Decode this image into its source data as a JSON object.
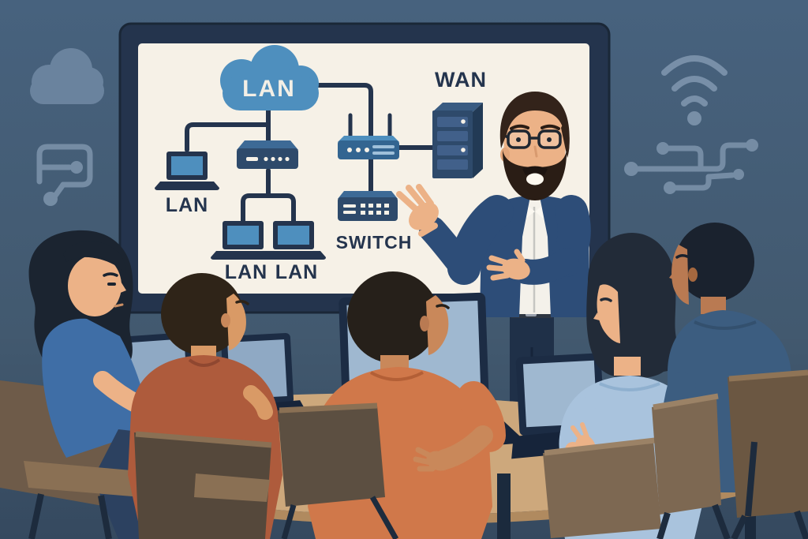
{
  "scene": {
    "type": "flat illustration",
    "description": "Instructor presenting a computer-network topology diagram on a wall-mounted whiteboard to five students working on laptops around a classroom table"
  },
  "whiteboard": {
    "labels": {
      "cloud": "LAN",
      "lan_left": "LAN",
      "lan_bottom_left": "LAN",
      "lan_bottom_right": "LAN",
      "switch": "SWITCH",
      "wan": "WAN"
    },
    "devices": [
      "network-cloud",
      "laptop",
      "switch",
      "wireless-router",
      "switch",
      "server-rack"
    ]
  },
  "decor": {
    "icons": [
      "cloud-icon",
      "circuit-trace-left-icon",
      "wifi-icon",
      "circuit-trace-right-icon"
    ]
  },
  "people": {
    "instructor_count": 1,
    "student_count": 5
  },
  "palette": {
    "background": "#47627E",
    "background_bottom": "#35495F",
    "board_surface": "#F6F1E7",
    "board_frame": "#24344D",
    "diagram_blue": "#4E8FBE",
    "device_navy": "#2E4A6B",
    "label_navy": "#24344D",
    "decor_blue": "#7E95AD",
    "table_tan": "#CDA87C",
    "chair_brown": "#7D6852",
    "suit_navy": "#2D4D78",
    "shirt_white": "#F4F1EA",
    "shirt_orange": "#D0784A",
    "shirt_rust": "#AE5B3C",
    "shirt_blue": "#3F6EA6",
    "shirt_lightblue": "#A9C3DD",
    "shirt_darkblue": "#3C5D80",
    "skin_light": "#ECB287",
    "skin_dark": "#B97A52"
  }
}
